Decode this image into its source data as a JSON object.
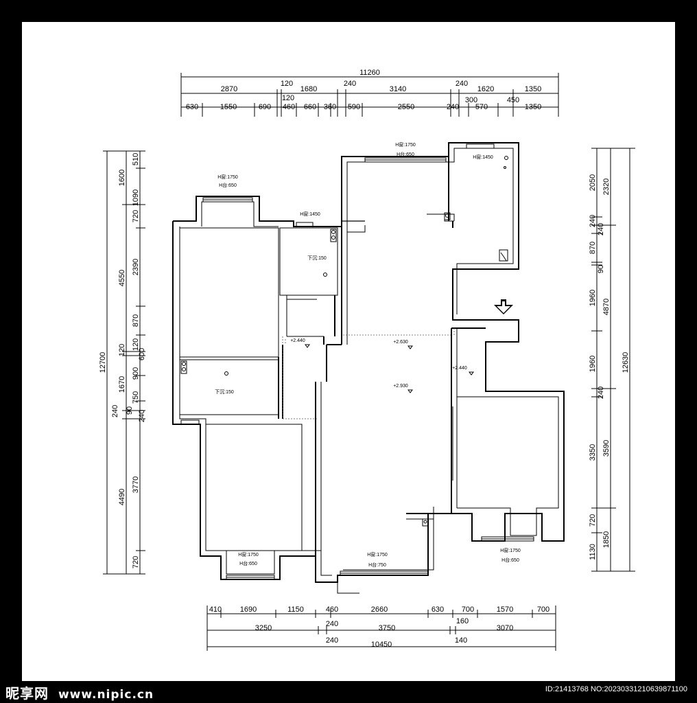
{
  "dims": {
    "top_total": "11260",
    "top_row2": [
      "2870",
      "120",
      "1680",
      "240",
      "3140",
      "240",
      "1620",
      "1350"
    ],
    "top_row3": [
      "630",
      "1550",
      "690",
      "120",
      "460",
      "660",
      "360",
      "590",
      "2550",
      "240",
      "300",
      "570",
      "450",
      "1350"
    ],
    "left_total": "12700",
    "left_row2": [
      "1600",
      "4550",
      "120",
      "1670",
      "240",
      "4490"
    ],
    "left_row3": [
      "510",
      "1090",
      "720",
      "2390",
      "870",
      "120",
      "600",
      "900",
      "750",
      "90",
      "240",
      "3770",
      "720"
    ],
    "right_total": "12630",
    "right_row2": [
      "2320",
      "4870",
      "3590",
      "1850"
    ],
    "right_row3": [
      "2050",
      "240",
      "240",
      "870",
      "90",
      "1960",
      "1960",
      "240",
      "3350",
      "720",
      "1130"
    ],
    "bottom_row1": [
      "410",
      "1690",
      "1150",
      "460",
      "2660",
      "630",
      "700",
      "1570",
      "700"
    ],
    "bottom_row2": [
      "3250",
      "240",
      "3750",
      "160",
      "3070"
    ],
    "bottom_row3": [
      "240",
      "10450",
      "140"
    ]
  },
  "labels": {
    "bed_tl_window_h": "H窗:1750",
    "bed_tl_window_sill": "H台:650",
    "top_window_h": "H窗:1750",
    "top_window_sill": "H台:650",
    "kitchen_window": "H窗:1450",
    "bath_window": "H窗:1450",
    "bath1_drop": "下沉:150",
    "bath2_drop": "下沉:150",
    "bed_bl_window_h": "H窗:1750",
    "bed_bl_window_sill": "H台:650",
    "living_window_h": "H窗:1750",
    "living_window_sill": "H台:750",
    "bed_br_window_h": "H窗:1750",
    "bed_br_window_sill": "H台:650",
    "elev_a": "+2.440",
    "elev_b": "+2.630",
    "elev_c": "+2.930",
    "elev_d": "+2.440"
  },
  "watermark": {
    "logo": "昵享网",
    "url": "www.nipic.cn",
    "id": "ID:21413768 NO:20230331210639871100"
  }
}
